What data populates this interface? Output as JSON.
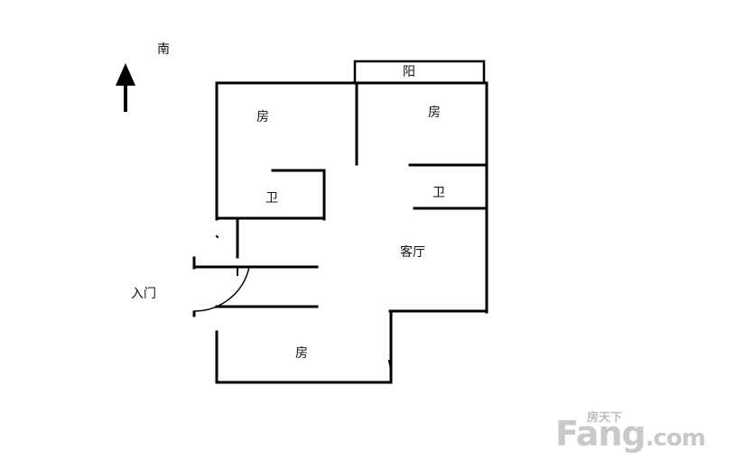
{
  "compass": {
    "label": "南",
    "arrow_icon": "arrow-up-icon"
  },
  "rooms": {
    "balcony": "阳",
    "bedroom_top_left": "房",
    "bedroom_top_right": "房",
    "bathroom_left": "卫",
    "bathroom_right": "卫",
    "living_room": "客厅",
    "bedroom_bottom": "房"
  },
  "entrance": {
    "label": "入门"
  },
  "watermark": {
    "cn": "房天下",
    "brand": "Fang",
    "suffix": ".com"
  },
  "colors": {
    "wall": "#000000",
    "watermark": "#c9c9c9",
    "background": "#ffffff"
  }
}
